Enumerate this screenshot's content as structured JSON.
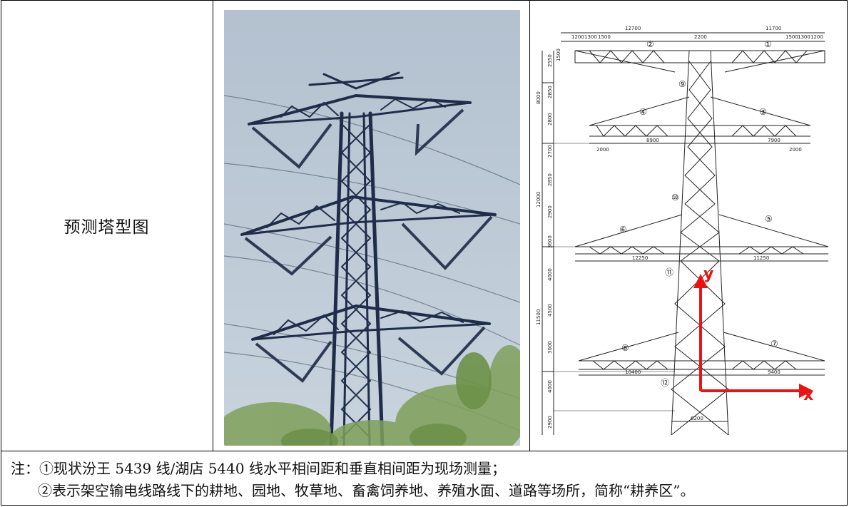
{
  "row_label": "预测塔型图",
  "notes": {
    "prefix": "注：",
    "line1": "①现状汾王 5439 线/湖店 5440 线水平相间距和垂直相间距为现场测量；",
    "line2": "②表示架空输电线路线下的耕地、园地、牧草地、畜禽饲养地、养殖水面、道路等场所，简称“耕养区”。"
  },
  "drawing": {
    "top_dims": [
      "1200",
      "1300",
      "1500",
      "12700",
      "2200",
      "11700",
      "1500",
      "1300",
      "1200"
    ],
    "left_dims": [
      "2550",
      "1500",
      "2850",
      "2800",
      "2700",
      "2850",
      "2900",
      "3600",
      "4000",
      "4500",
      "3000",
      "4000",
      "2900"
    ],
    "group_dims": [
      "8000",
      "12000",
      "11500"
    ],
    "arm_dims": [
      "8900",
      "7900",
      "12250",
      "11250",
      "10400",
      "9400",
      "2000",
      "2000",
      "6200"
    ],
    "markers": [
      "①",
      "②",
      "③",
      "④",
      "⑤",
      "⑥",
      "⑦",
      "⑧",
      "⑨",
      "⑩",
      "⑪",
      "⑫"
    ],
    "axis_x": "x",
    "axis_y": "y",
    "axis_color": "#ee1111",
    "line_color": "#222222"
  },
  "photo": {
    "sky_color": "#b9c7d4",
    "tower_color": "#1f2d4a",
    "foliage_color": "#7fa05a"
  }
}
